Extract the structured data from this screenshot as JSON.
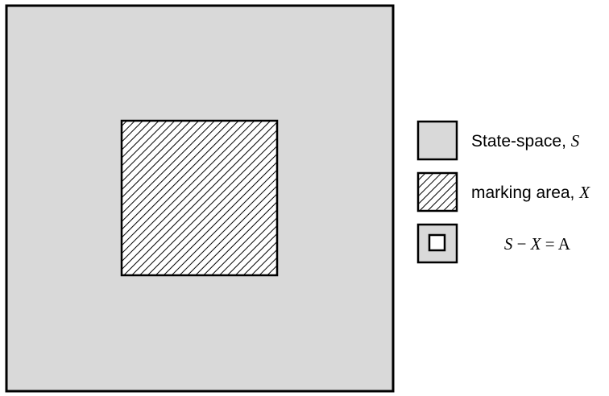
{
  "colors": {
    "state_space_fill": "#d9d9d9",
    "stroke": "#000000",
    "hatch_background": "#ffffff",
    "background": "#ffffff"
  },
  "legend": {
    "state_space": {
      "label": "State-space, ",
      "symbol": "S"
    },
    "marking_area": {
      "label": "marking area, ",
      "symbol": "X"
    },
    "complement": {
      "lhs_symbol": "S",
      "operator": " − ",
      "rhs_symbol": "X",
      "equals": " = ",
      "result": "A"
    }
  }
}
